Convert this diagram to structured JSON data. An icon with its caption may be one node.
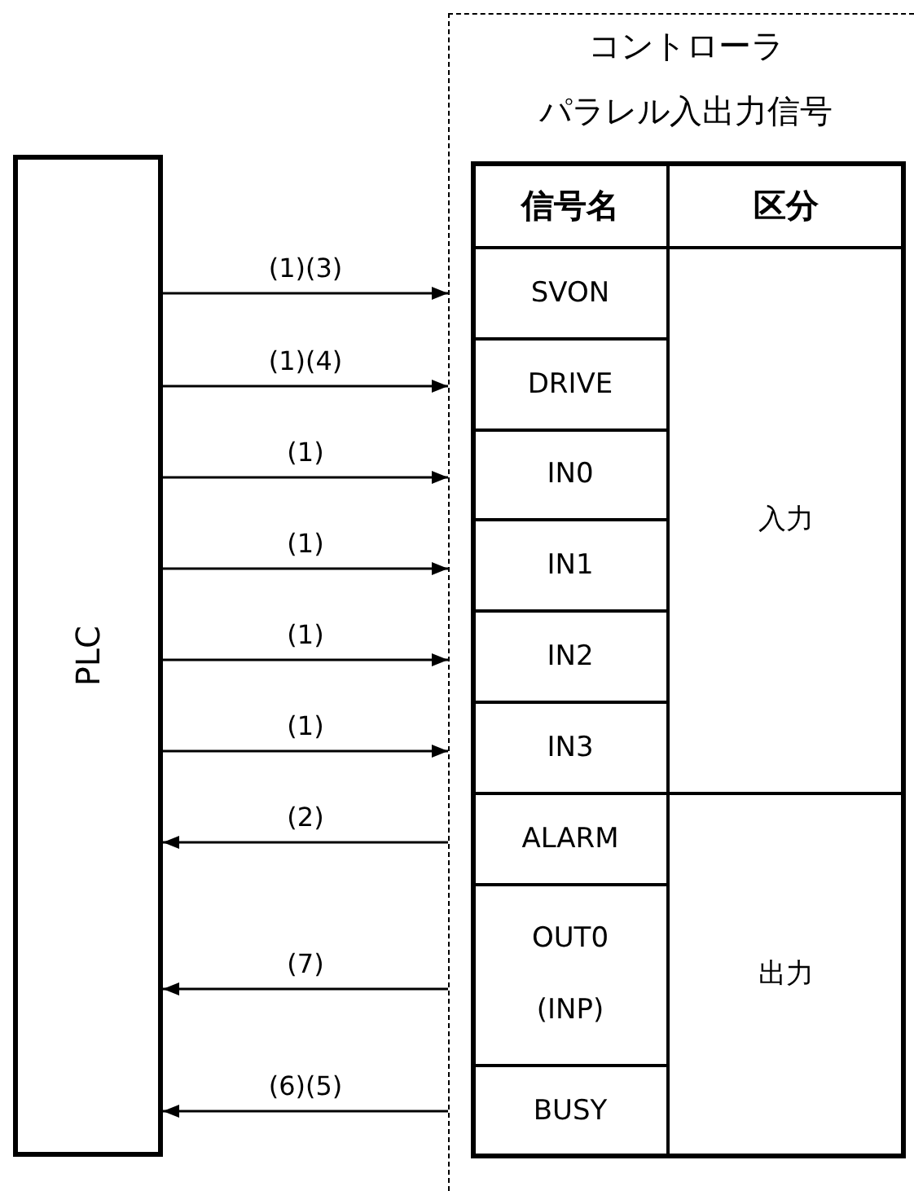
{
  "diagram": {
    "nodes": [
      {
        "text": [
          "PLC"
        ]
      },
      {
        "text": [
          "コントローラ",
          "パラレル入出力信号"
        ]
      }
    ],
    "edges": [
      {
        "from": 0,
        "to": 1,
        "arrow": "to",
        "label": "(1)(3)"
      },
      {
        "from": 0,
        "to": 1,
        "arrow": "to",
        "label": "(1)(4)"
      },
      {
        "from": 0,
        "to": 1,
        "arrow": "to",
        "label": "(1)"
      },
      {
        "from": 0,
        "to": 1,
        "arrow": "to",
        "label": "(1)"
      },
      {
        "from": 0,
        "to": 1,
        "arrow": "to",
        "label": "(1)"
      },
      {
        "from": 0,
        "to": 1,
        "arrow": "to",
        "label": "(1)"
      },
      {
        "from": 1,
        "to": 0,
        "arrow": "to",
        "label": "(2)"
      },
      {
        "from": 1,
        "to": 0,
        "arrow": "to",
        "label": "(7)"
      },
      {
        "from": 1,
        "to": 0,
        "arrow": "to",
        "label": "(6)(5)"
      }
    ],
    "labels": [
      "信号名",
      "区分",
      "SVON",
      "DRIVE",
      "IN0",
      "入力",
      "IN1",
      "IN2",
      "IN3",
      "ALARM",
      "OUT0 (INP)",
      "出力",
      "BUSY"
    ]
  }
}
